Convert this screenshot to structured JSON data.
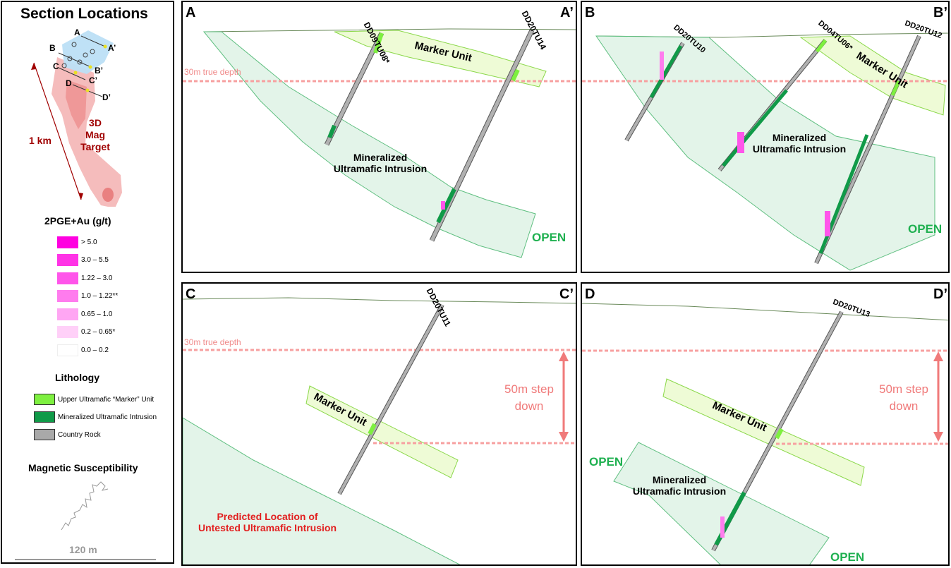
{
  "sidebar": {
    "title": "Section Locations",
    "map_labels": {
      "a": "A",
      "a_prime": "A’",
      "b": "B",
      "b_prime": "B’",
      "c": "C",
      "c_prime": "C’",
      "d": "D",
      "d_prime": "D’",
      "scale": "1 km",
      "target_line1": "3D",
      "target_line2": "Mag",
      "target_line3": "Target"
    },
    "grade_legend": {
      "title": "2PGE+Au (g/t)",
      "items": [
        {
          "label": "> 5.0",
          "color": "#ff00e0"
        },
        {
          "label": "3.0 – 5.5",
          "color": "#ff33e6"
        },
        {
          "label": "1.22 – 3.0",
          "color": "#ff55ea"
        },
        {
          "label": "1.0 – 1.22**",
          "color": "#ff7cee"
        },
        {
          "label": "0.65 – 1.0",
          "color": "#ffa6f3"
        },
        {
          "label": "0.2 – 0.65*",
          "color": "#ffd0f8"
        },
        {
          "label": "0.0 – 0.2",
          "color": "#ffffff"
        }
      ]
    },
    "lithology": {
      "title": "Lithology",
      "items": [
        {
          "label": "Upper Ultramafic “Marker” Unit",
          "color": "#7ef040"
        },
        {
          "label": "Mineralized Ultramafic Intrusion",
          "color": "#109a48"
        },
        {
          "label": "Country Rock",
          "color": "#a9a9a9"
        }
      ]
    },
    "mag": {
      "title": "Magnetic Susceptibility",
      "scale": "120 m"
    }
  },
  "common": {
    "depth30": "30m true depth",
    "open": "OPEN",
    "marker_unit": "Marker Unit",
    "min_line1": "Mineralized",
    "min_line2": "Ultramafic Intrusion",
    "step_line1": "50m step",
    "step_line2": "down"
  },
  "panels": {
    "a": {
      "left": "A",
      "right": "A’",
      "holes": [
        "DD09TU08*",
        "DD20TU14"
      ]
    },
    "b": {
      "left": "B",
      "right": "B’",
      "holes": [
        "DD20TU10",
        "DD04TU06*",
        "DD20TU12"
      ]
    },
    "c": {
      "left": "C",
      "right": "C’",
      "holes": [
        "DD20TU11"
      ],
      "predicted_line1": "Predicted Location of",
      "predicted_line2": "Untested Ultramafic Intrusion"
    },
    "d": {
      "left": "D",
      "right": "D’",
      "holes": [
        "DD20TU13"
      ]
    }
  },
  "colors": {
    "marker": "#7ef040",
    "mineralized": "#109a48",
    "country": "#a9a9a9",
    "intrusion_fill": "#e6f5ec",
    "marker_fill": "#eefbd6",
    "depth_line": "#f7a0a0",
    "open": "#1fb050",
    "predicted": "#e21f1f"
  }
}
